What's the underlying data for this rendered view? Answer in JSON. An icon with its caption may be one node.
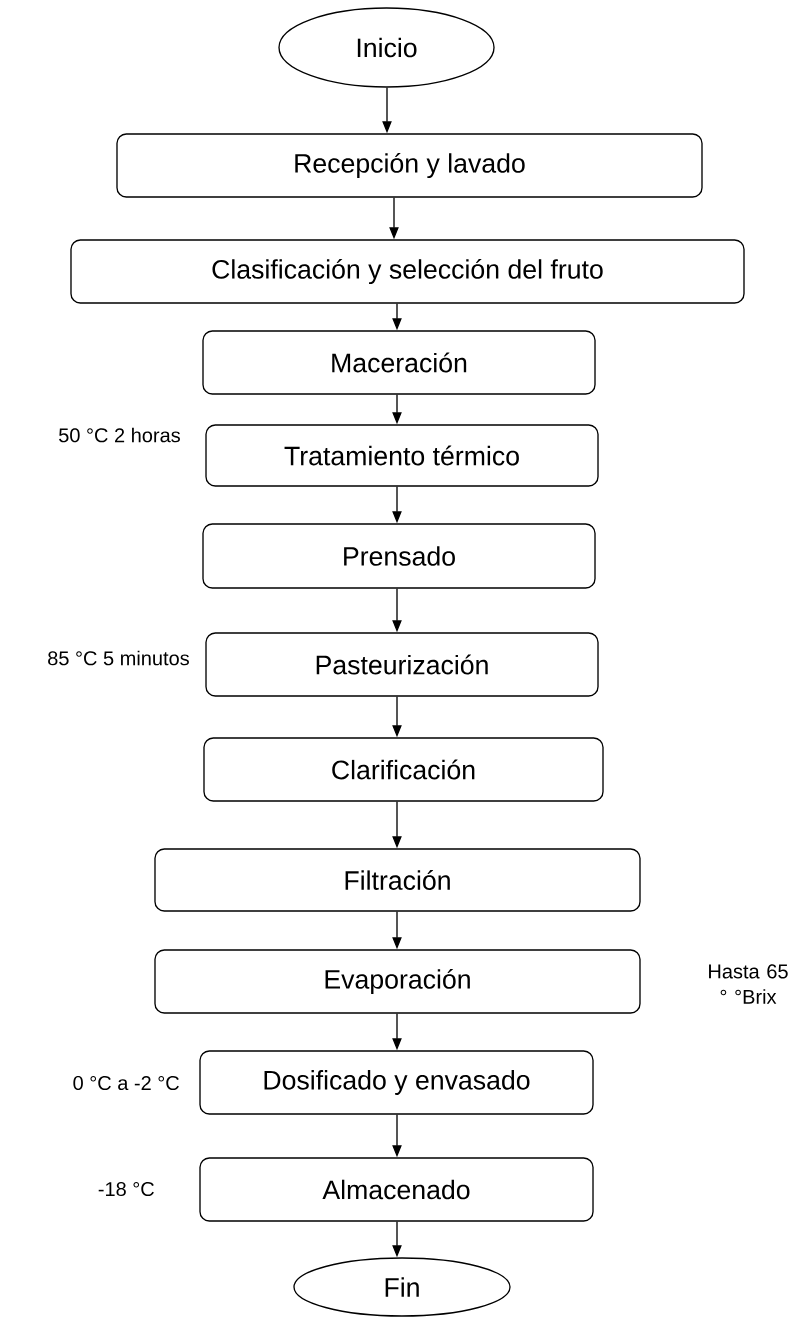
{
  "diagram": {
    "nodes": [
      {
        "text": [
          "Inicio"
        ]
      },
      {
        "text": [
          "Recepción y lavado"
        ]
      },
      {
        "text": [
          "Clasificación y selección del fruto"
        ]
      },
      {
        "text": [
          "Maceración"
        ]
      },
      {
        "text": [
          "Tratamiento térmico"
        ],
        "beside": [
          "50 °C 2 horas"
        ]
      },
      {
        "text": [
          "Prensado"
        ]
      },
      {
        "text": [
          "Pasteurización"
        ],
        "beside": [
          "85 °C  5 minutos"
        ]
      },
      {
        "text": [
          "Clarificación"
        ]
      },
      {
        "text": [
          "Filtración"
        ]
      },
      {
        "text": [
          "Evaporación"
        ],
        "beside": [
          "Hasta 65 ° °Brix"
        ]
      },
      {
        "text": [
          "Dosificado y envasado"
        ],
        "beside": [
          "0 °C a -2 °C"
        ]
      },
      {
        "text": [
          "Almacenado"
        ],
        "beside": [
          "-18 °C"
        ]
      },
      {
        "text": [
          "Fin"
        ]
      }
    ],
    "edges": [
      {
        "from": 0,
        "to": 1,
        "arrow": "to"
      },
      {
        "from": 1,
        "to": 2,
        "arrow": "to"
      },
      {
        "from": 2,
        "to": 3,
        "arrow": "to"
      },
      {
        "from": 3,
        "to": 4,
        "arrow": "to"
      },
      {
        "from": 4,
        "to": 5,
        "arrow": "to"
      },
      {
        "from": 5,
        "to": 6,
        "arrow": "to"
      },
      {
        "from": 6,
        "to": 7,
        "arrow": "to"
      },
      {
        "from": 7,
        "to": 8,
        "arrow": "to"
      },
      {
        "from": 8,
        "to": 9,
        "arrow": "to"
      },
      {
        "from": 9,
        "to": 10,
        "arrow": "to"
      },
      {
        "from": 10,
        "to": 11,
        "arrow": "to"
      },
      {
        "from": 11,
        "to": 12,
        "arrow": "to"
      }
    ]
  }
}
